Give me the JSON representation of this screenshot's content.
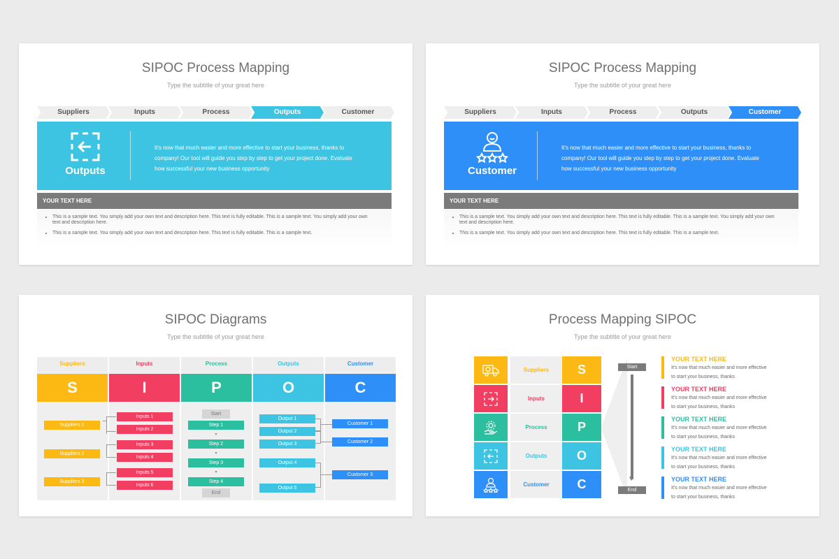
{
  "colors": {
    "yellow": "#fdb913",
    "red": "#f23e61",
    "teal": "#2bbf9f",
    "cyan": "#3cc4e2",
    "blue": "#2d8ff7",
    "gray": "#7b7b7b"
  },
  "slide1": {
    "title": "SIPOC Process Mapping",
    "subtitle": "Type the subtitle of your great here",
    "steps": [
      "Suppliers",
      "Inputs",
      "Process",
      "Outputs",
      "Customer"
    ],
    "active_step": "Outputs",
    "band_label": "Outputs",
    "band_icon": "outputs-icon",
    "band_text": "It's now that much easier and more effective to start your business, thanks to company! Our tool will guide you step by step to get your project done. Evaluate how successful your new business opportunity",
    "bar_label": "YOUR TEXT HERE",
    "notes": [
      "This is a sample text. You simply add your own text and description here. This text is fully editable. This is a sample text. You simply add your own text and description here.",
      "This is a sample text. You simply add your own text and description here. This text is fully editable. This is a sample text."
    ]
  },
  "slide2": {
    "title": "SIPOC Process Mapping",
    "subtitle": "Type the subtitle of your great here",
    "steps": [
      "Suppliers",
      "Inputs",
      "Process",
      "Outputs",
      "Customer"
    ],
    "active_step": "Customer",
    "band_label": "Customer",
    "band_icon": "customer-rating-icon",
    "band_text": "It's now that much easier and more effective to start your business, thanks to company! Our tool will guide you step by step to get your project done. Evaluate how successful your new business opportunity",
    "bar_label": "YOUR TEXT HERE",
    "notes": [
      "This is a sample text. You simply add your own text and description here. This text is fully editable. This is a sample text. You simply add your own text and description here.",
      "This is a sample text. You simply add your own text and description here. This text is fully editable. This is a sample text."
    ]
  },
  "slide3": {
    "title": "SIPOC Diagrams",
    "subtitle": "Type the subtitle of your great here",
    "headers": [
      "Suppliers",
      "Inputs",
      "Process",
      "Outputs",
      "Customer"
    ],
    "letters": [
      "S",
      "I",
      "P",
      "O",
      "C"
    ],
    "suppliers": [
      "Suppliers 1",
      "Suppliers 2",
      "Suppliers 3"
    ],
    "inputs": [
      "Inputs 1",
      "Inputs 2",
      "Inputs 3",
      "Inputs 4",
      "Inputs 5",
      "Inputs 6"
    ],
    "process": [
      "Start",
      "Step 1",
      "Step 2",
      "Step 3",
      "Step 4",
      "End"
    ],
    "outputs": [
      "Output 1",
      "Output 2",
      "Output 3",
      "Output 4",
      "Output 5"
    ],
    "customers": [
      "Customer 1",
      "Customer 2",
      "Customer 3"
    ]
  },
  "slide4": {
    "title": "Process Mapping SIPOC",
    "subtitle": "Type the subtitle of your great here",
    "rows": [
      {
        "icon": "delivery-truck-icon",
        "label": "Suppliers",
        "letter": "S",
        "heading": "YOUR TEXT HERE",
        "text": "It's now that much easier and more effective to start your business, thanks"
      },
      {
        "icon": "inputs-icon",
        "label": "Inputs",
        "letter": "I",
        "heading": "YOUR TEXT HERE",
        "text": "It's now that much easier and more effective to start your business, thanks"
      },
      {
        "icon": "gear-hand-icon",
        "label": "Process",
        "letter": "P",
        "heading": "YOUR TEXT HERE",
        "text": "It's now that much easier and more effective to start your business, thanks"
      },
      {
        "icon": "outputs-icon",
        "label": "Outputs",
        "letter": "O",
        "heading": "YOUR TEXT HERE",
        "text": "It's now that much easier and more effective to start your business, thanks"
      },
      {
        "icon": "customer-rating-icon",
        "label": "Customer",
        "letter": "C",
        "heading": "YOUR TEXT HERE",
        "text": "It's now that much easier and more effective to start your business, thanks"
      }
    ],
    "start_label": "Start",
    "end_label": "End"
  }
}
